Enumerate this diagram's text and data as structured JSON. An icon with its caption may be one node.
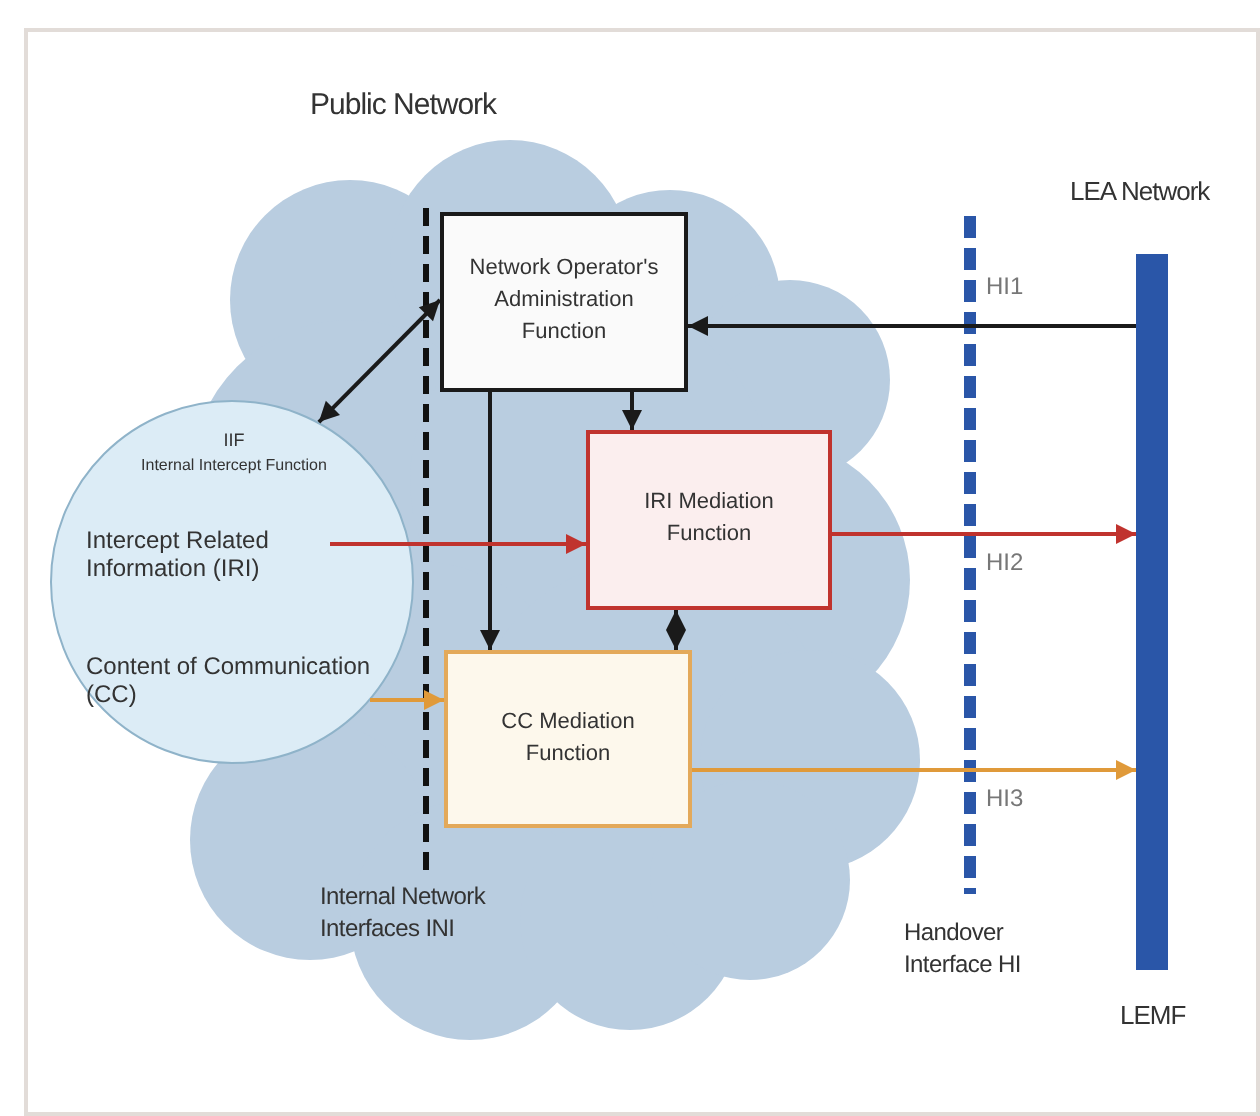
{
  "diagram": {
    "nodes": [
      {
        "text": [
          "Public Network"
        ]
      },
      {
        "text": [
          "Network Operator's Administration Function"
        ],
        "in": 0
      },
      {
        "text": [
          "IRI Mediation Function"
        ],
        "in": 0
      },
      {
        "text": [
          "CC Mediation Function"
        ],
        "in": 0
      },
      {
        "text": [
          "IIF",
          "Internal Intercept Function",
          "Intercept Related Information (IRI)",
          "Content of Communication (CC)"
        ]
      },
      {
        "text": [
          "LEA Network",
          "LEMF"
        ]
      }
    ],
    "edges": [
      {
        "from": 5,
        "to": 1,
        "arrow": "to",
        "label": "HI1"
      },
      {
        "from": 1,
        "to": 4,
        "arrow": "both"
      },
      {
        "from": 1,
        "to": 3,
        "arrow": "to"
      },
      {
        "from": 1,
        "to": 2,
        "arrow": "to"
      },
      {
        "from": 2,
        "to": 3,
        "arrow": "both"
      },
      {
        "from": 4,
        "to": 2,
        "arrow": "to",
        "color": "#c0332e"
      },
      {
        "from": 4,
        "to": 3,
        "arrow": "to",
        "color": "#e09a3a"
      },
      {
        "from": 2,
        "to": 5,
        "arrow": "to",
        "label": "HI2",
        "color": "#c0332e"
      },
      {
        "from": 3,
        "to": 5,
        "arrow": "to",
        "label": "HI3",
        "color": "#e09a3a"
      }
    ],
    "labels": [
      "Internal Network Interfaces INI",
      "Handover Interface HI"
    ]
  }
}
